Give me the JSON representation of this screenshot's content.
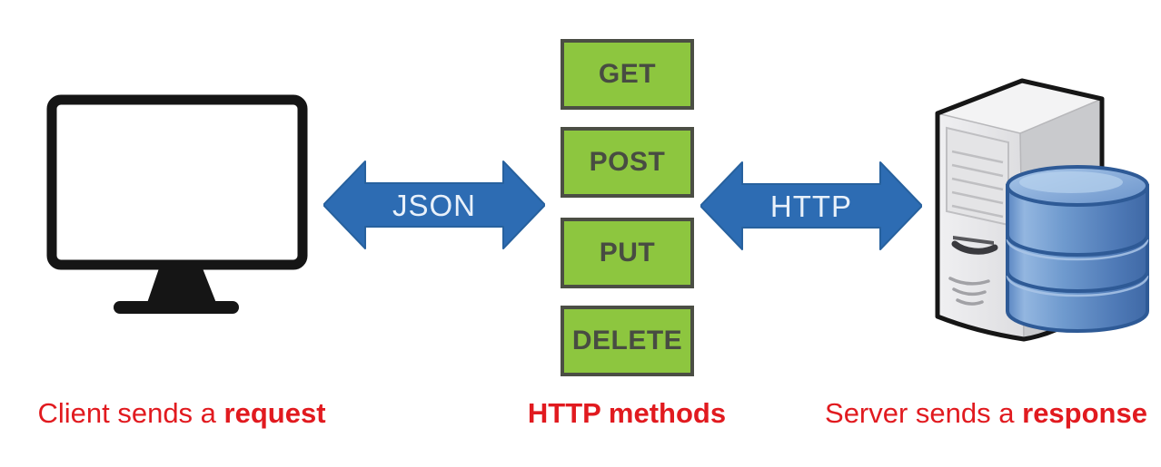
{
  "captions": {
    "client": {
      "prefix": "Client sends a ",
      "bold": "request"
    },
    "methods": "HTTP methods",
    "server": {
      "prefix": "Server sends a ",
      "bold": "response"
    }
  },
  "arrows": {
    "left_label": "JSON",
    "right_label": "HTTP"
  },
  "methods": [
    "GET",
    "POST",
    "PUT",
    "DELETE"
  ],
  "icons": {
    "client": "monitor-icon",
    "left_arrow": "double-headed-arrow-icon",
    "right_arrow": "double-headed-arrow-icon",
    "server": "server-tower-with-database-icon"
  },
  "colors": {
    "background": "#ffffff",
    "method_box_fill": "#8dc63f",
    "method_box_border": "#4b4e44",
    "method_box_text": "#484c42",
    "arrow_fill": "#2d6cb3",
    "arrow_edge": "#27619e",
    "arrow_text": "#e9f1fa",
    "caption_red": "#e11a1f",
    "monitor_outline": "#151515",
    "server_front_gray": "#ececee",
    "server_side_gray": "#c9cacd",
    "database_blue": "#6f9ace",
    "database_outline": "#2e5a96"
  }
}
